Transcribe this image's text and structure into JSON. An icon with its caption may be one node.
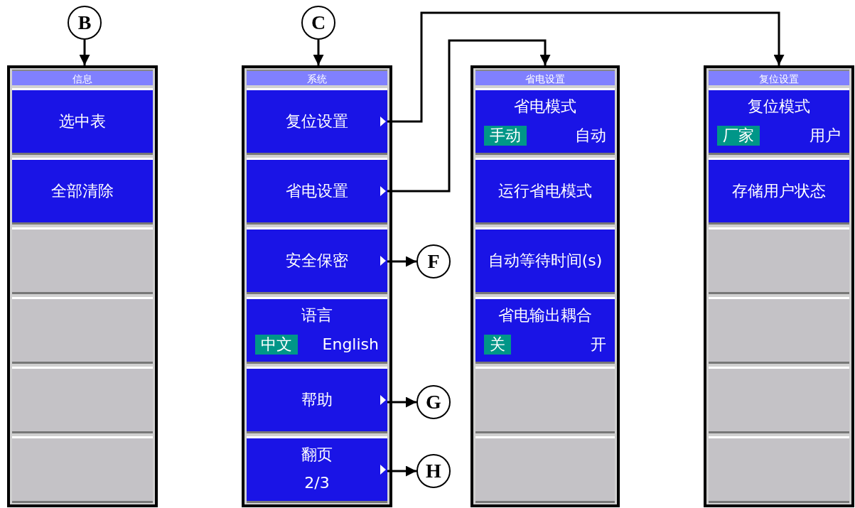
{
  "diagram": {
    "nodes": [
      {
        "text": [
          "B"
        ]
      },
      {
        "text": [
          "C"
        ]
      },
      {
        "text": [
          "信息"
        ]
      },
      {
        "text": [
          "选中表"
        ],
        "in": 2
      },
      {
        "text": [
          "全部清除"
        ],
        "in": 2
      },
      {
        "text": [],
        "shape": "box",
        "in": 2
      },
      {
        "text": [],
        "shape": "box",
        "in": 2
      },
      {
        "text": [],
        "shape": "box",
        "in": 2
      },
      {
        "text": [],
        "shape": "box",
        "in": 2
      },
      {
        "text": [
          "系统"
        ]
      },
      {
        "text": [
          "复位设置"
        ],
        "in": 9
      },
      {
        "text": [
          "省电设置"
        ],
        "in": 9
      },
      {
        "text": [
          "安全保密"
        ],
        "in": 9
      },
      {
        "text": [
          "语言",
          "中文",
          "English"
        ],
        "in": 9
      },
      {
        "text": [
          "帮助"
        ],
        "in": 9
      },
      {
        "text": [
          "翻页",
          "2/3"
        ],
        "in": 9
      },
      {
        "text": [
          "省电设置"
        ]
      },
      {
        "text": [
          "省电模式",
          "手动",
          "自动"
        ],
        "in": 16
      },
      {
        "text": [
          "运行省电模式"
        ],
        "in": 16
      },
      {
        "text": [
          "自动等待时间(s)"
        ],
        "in": 16
      },
      {
        "text": [
          "省电输出耦合",
          "关",
          "开"
        ],
        "in": 16
      },
      {
        "text": [],
        "shape": "box",
        "in": 16
      },
      {
        "text": [],
        "shape": "box",
        "in": 16
      },
      {
        "text": [
          "复位设置"
        ]
      },
      {
        "text": [
          "复位模式",
          "厂家",
          "用户"
        ],
        "in": 23
      },
      {
        "text": [
          "存储用户状态"
        ],
        "in": 23
      },
      {
        "text": [],
        "shape": "box",
        "in": 23
      },
      {
        "text": [],
        "shape": "box",
        "in": 23
      },
      {
        "text": [],
        "shape": "box",
        "in": 23
      },
      {
        "text": [],
        "shape": "box",
        "in": 23
      },
      {
        "text": [
          "F"
        ]
      },
      {
        "text": [
          "G"
        ]
      },
      {
        "text": [
          "H"
        ]
      }
    ],
    "edges": [
      {
        "from": 0,
        "to": 2,
        "arrow": "to"
      },
      {
        "from": 1,
        "to": 9,
        "arrow": "to"
      },
      {
        "from": 10,
        "to": 23,
        "arrow": "to"
      },
      {
        "from": 11,
        "to": 16,
        "arrow": "to"
      },
      {
        "from": 12,
        "to": 30,
        "arrow": "to"
      },
      {
        "from": 14,
        "to": 31,
        "arrow": "to"
      },
      {
        "from": 15,
        "to": 32,
        "arrow": "to"
      }
    ]
  }
}
